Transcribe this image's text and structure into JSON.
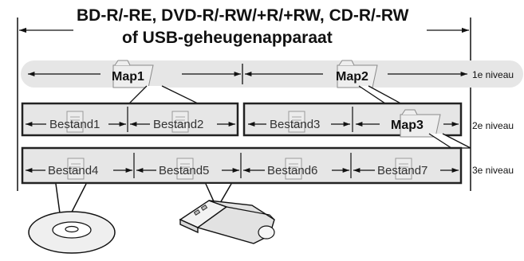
{
  "title": {
    "line1": "BD-R/-RE, DVD-R/-RW/+R/+RW, CD-R/-RW",
    "line2": "of USB-geheugenapparaat"
  },
  "levels": {
    "level1": "1e niveau",
    "level2": "2e niveau",
    "level3": "3e niveau"
  },
  "folders": {
    "map1": "Map1",
    "map2": "Map2",
    "map3": "Map3"
  },
  "files": {
    "bestand1": "Bestand1",
    "bestand2": "Bestand2",
    "bestand3": "Bestand3",
    "bestand4": "Bestand4",
    "bestand5": "Bestand5",
    "bestand6": "Bestand6",
    "bestand7": "Bestand7"
  },
  "icons": {
    "folder": "folder-icon",
    "file": "file-icon",
    "disc": "disc-icon",
    "usb": "usb-stick-icon"
  },
  "colors": {
    "row_fill": "#e6e6e6",
    "row_stroke": "#222222",
    "text": "#111111",
    "file_text": "#333333"
  }
}
